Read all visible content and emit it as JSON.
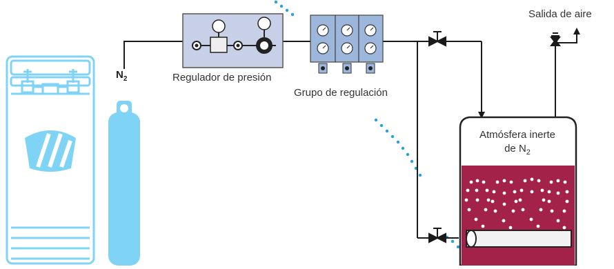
{
  "labels": {
    "regulador": "Regulador de presión",
    "grupo": "Grupo de regulación",
    "salida": "Salida de aire",
    "cylinder_gas": "N",
    "cylinder_gas_sub": "2",
    "tank_line1": "Atmósfera inerte",
    "tank_line2": "de N",
    "tank_line2_sub": "2"
  },
  "colors": {
    "cylinder_blue": "#7fd3f5",
    "tank_liquid": "#a3224a",
    "panel_fill": "#c8d0e8",
    "regulation_blocks": "#9cb6dc",
    "dotted_line": "#2aa0d8",
    "pipe": "#1a1a1a"
  }
}
